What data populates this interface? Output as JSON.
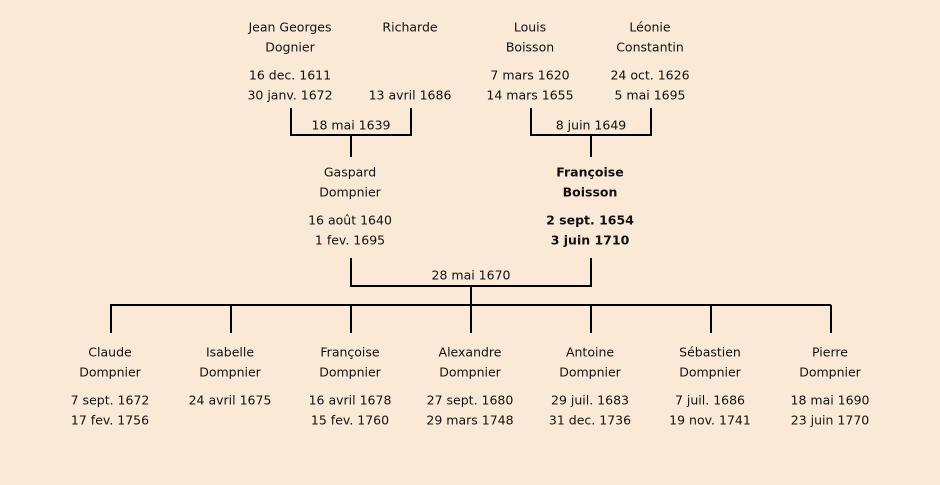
{
  "parents": [
    {
      "first": "Jean Georges",
      "last": "Dognier",
      "birth": "16 dec. 1611",
      "death": "30 janv. 1672"
    },
    {
      "first": "Richarde",
      "last": "",
      "birth": "",
      "death": "13 avril 1686"
    },
    {
      "first": "Louis",
      "last": "Boisson",
      "birth": "7 mars 1620",
      "death": "14 mars 1655"
    },
    {
      "first": "Léonie",
      "last": "Constantin",
      "birth": "24 oct. 1626",
      "death": "5 mai 1695"
    }
  ],
  "marriages": {
    "left": "18 mai 1639",
    "right": "8 juin 1649",
    "main": "28 mai 1670"
  },
  "couple": [
    {
      "first": "Gaspard",
      "last": "Dompnier",
      "birth": "16 août 1640",
      "death": "1 fev. 1695"
    },
    {
      "first": "Françoise",
      "last": "Boisson",
      "birth": "2 sept. 1654",
      "death": "3 juin 1710"
    }
  ],
  "children": [
    {
      "first": "Claude",
      "last": "Dompnier",
      "birth": "7 sept. 1672",
      "death": "17 fev. 1756"
    },
    {
      "first": "Isabelle",
      "last": "Dompnier",
      "birth": "24 avril 1675",
      "death": ""
    },
    {
      "first": "Françoise",
      "last": "Dompnier",
      "birth": "16 avril 1678",
      "death": "15 fev. 1760"
    },
    {
      "first": "Alexandre",
      "last": "Dompnier",
      "birth": "27 sept. 1680",
      "death": "29 mars 1748"
    },
    {
      "first": "Antoine",
      "last": "Dompnier",
      "birth": "29 juil. 1683",
      "death": "31 dec. 1736"
    },
    {
      "first": "Sébastien",
      "last": "Dompnier",
      "birth": "7 juil. 1686",
      "death": "19 nov. 1741"
    },
    {
      "first": "Pierre",
      "last": "Dompnier",
      "birth": "18 mai 1690",
      "death": "23 juin 1770"
    }
  ]
}
